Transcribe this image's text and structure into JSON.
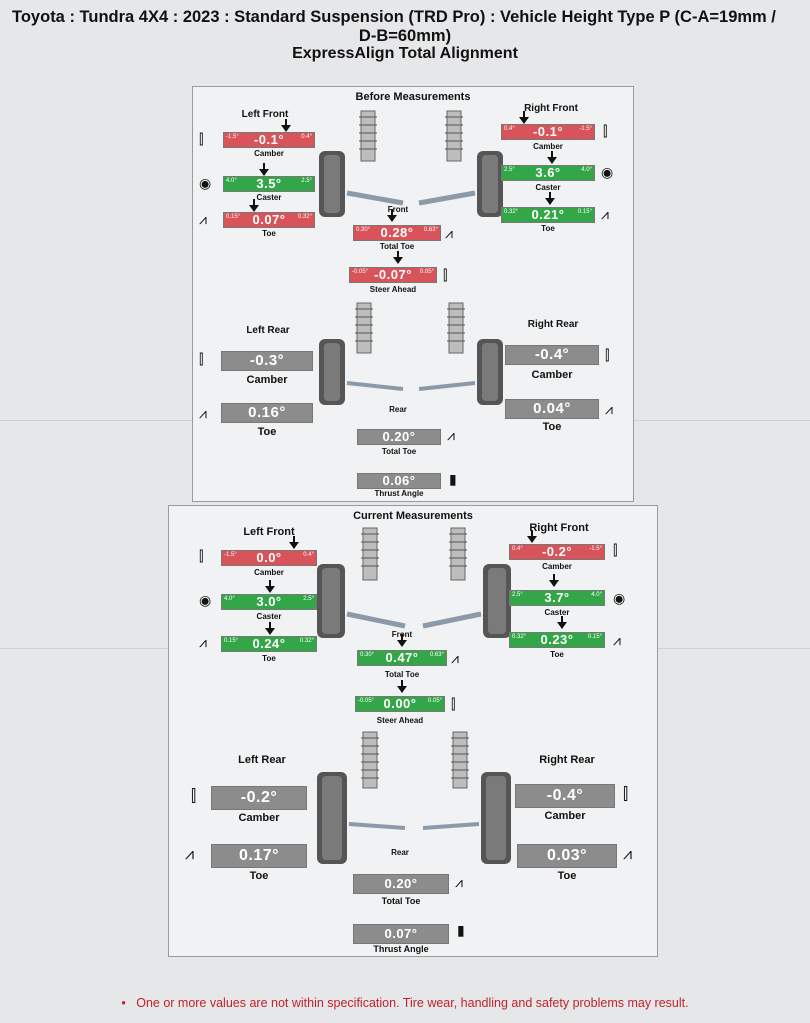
{
  "header": {
    "line1": "Toyota : Tundra 4X4 : 2023 : Standard Suspension (TRD Pro) : Vehicle Height Type P (C-A=19mm /",
    "line2": "D-B=60mm)",
    "line3": "ExpressAlign Total Alignment"
  },
  "before": {
    "title": "Before Measurements",
    "left_front": {
      "label": "Left Front",
      "camber": "-0.1°",
      "caster": "3.5°",
      "toe": "0.07°",
      "camber_min": "-1.5°",
      "camber_max": "0.4°",
      "caster_min": "4.0°",
      "caster_max": "2.5°",
      "toe_min": "0.15°",
      "toe_max": "0.32°"
    },
    "right_front": {
      "label": "Right Front",
      "camber": "-0.1°",
      "caster": "3.6°",
      "toe": "0.21°",
      "camber_min": "0.4°",
      "camber_max": "-1.5°",
      "caster_min": "2.5°",
      "caster_max": "4.0°",
      "toe_min": "0.32°",
      "toe_max": "0.15°"
    },
    "front_label": "Front",
    "total_toe": "0.28°",
    "total_toe_min": "0.30°",
    "total_toe_max": "0.63°",
    "steer_ahead": "-0.07°",
    "steer_min": "-0.05°",
    "steer_max": "0.05°",
    "left_rear": {
      "label": "Left Rear",
      "camber": "-0.3°",
      "toe": "0.16°"
    },
    "right_rear": {
      "label": "Right Rear",
      "camber": "-0.4°",
      "toe": "0.04°"
    },
    "rear_label": "Rear",
    "rear_total_toe": "0.20°",
    "thrust_angle": "0.06°"
  },
  "current": {
    "title": "Current Measurements",
    "left_front": {
      "label": "Left Front",
      "camber": "0.0°",
      "caster": "3.0°",
      "toe": "0.24°",
      "camber_min": "-1.5°",
      "camber_max": "0.4°",
      "caster_min": "4.0°",
      "caster_max": "2.5°",
      "toe_min": "0.15°",
      "toe_max": "0.32°"
    },
    "right_front": {
      "label": "Right Front",
      "camber": "-0.2°",
      "caster": "3.7°",
      "toe": "0.23°",
      "camber_min": "0.4°",
      "camber_max": "-1.5°",
      "caster_min": "2.5°",
      "caster_max": "4.0°",
      "toe_min": "0.32°",
      "toe_max": "0.15°"
    },
    "front_label": "Front",
    "total_toe": "0.47°",
    "total_toe_min": "0.30°",
    "total_toe_max": "0.63°",
    "steer_ahead": "0.00°",
    "steer_min": "-0.05°",
    "steer_max": "0.05°",
    "left_rear": {
      "label": "Left Rear",
      "camber": "-0.2°",
      "toe": "0.17°"
    },
    "right_rear": {
      "label": "Right Rear",
      "camber": "-0.4°",
      "toe": "0.03°"
    },
    "rear_label": "Rear",
    "rear_total_toe": "0.20°",
    "thrust_angle": "0.07°"
  },
  "labels": {
    "camber": "Camber",
    "caster": "Caster",
    "toe": "Toe",
    "total_toe": "Total Toe",
    "steer_ahead": "Steer Ahead",
    "thrust_angle": "Thrust Angle"
  },
  "footer": {
    "bullet": "•",
    "text": "One or more values are not within specification.  Tire wear, handling and safety problems may result."
  },
  "colors": {
    "out_of_spec": "#d9535a",
    "in_spec": "#33a748",
    "no_spec": "#8c8c8c",
    "warning_text": "#c0222a"
  }
}
